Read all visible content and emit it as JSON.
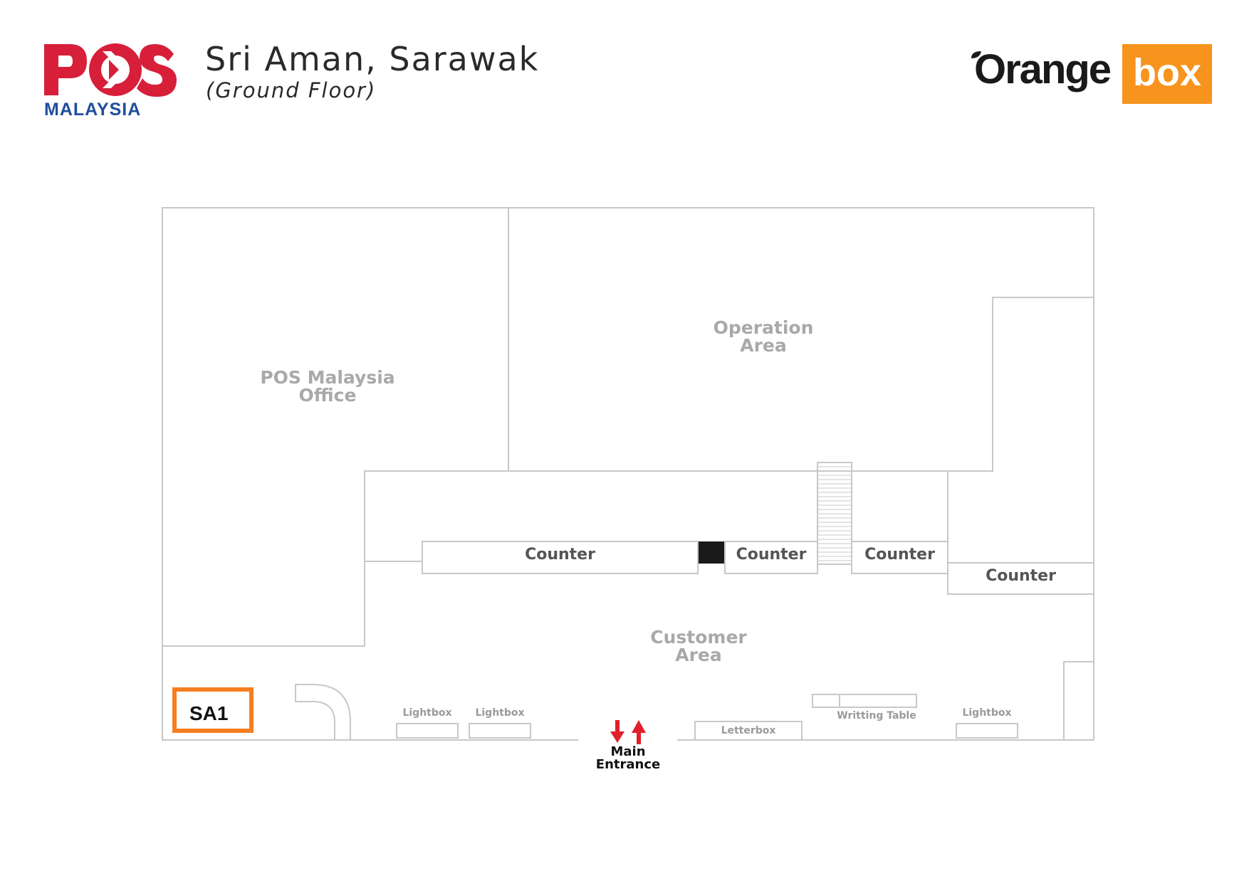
{
  "header": {
    "pos_logo_text": "POS",
    "pos_logo_subtext": "MALAYSIA",
    "title": "Sri Aman, Sarawak",
    "subtitle": "(Ground Floor)",
    "orangebox_logo_word": "Orange",
    "orangebox_logo_box": "box"
  },
  "colors": {
    "pos_red": "#d71f3a",
    "pos_blue": "#1f4e9c",
    "orangebox_orange": "#f7941d",
    "highlight_orange": "#f47e20",
    "wall_gray": "#c8c8c8",
    "entrance_arrow_red": "#e0202b"
  },
  "map": {
    "rooms": {
      "pos_office": [
        "POS Malaysia",
        "Office"
      ],
      "operation_area": [
        "Operation",
        "Area"
      ],
      "customer_area": [
        "Customer",
        "Area"
      ]
    },
    "counters": [
      "Counter",
      "Counter",
      "Counter",
      "Counter"
    ],
    "fixtures": {
      "lightbox_1": "Lightbox",
      "lightbox_2": "Lightbox",
      "lightbox_3": "Lightbox",
      "letterbox": "Letterbox",
      "writing_table": "Writting Table"
    },
    "highlight_box": "SA1",
    "entrance": [
      "Main",
      "Entrance"
    ],
    "icons": [
      "entrance-arrow-down-icon",
      "entrance-arrow-up-icon",
      "door-swing-icon",
      "stairs-icon"
    ]
  }
}
